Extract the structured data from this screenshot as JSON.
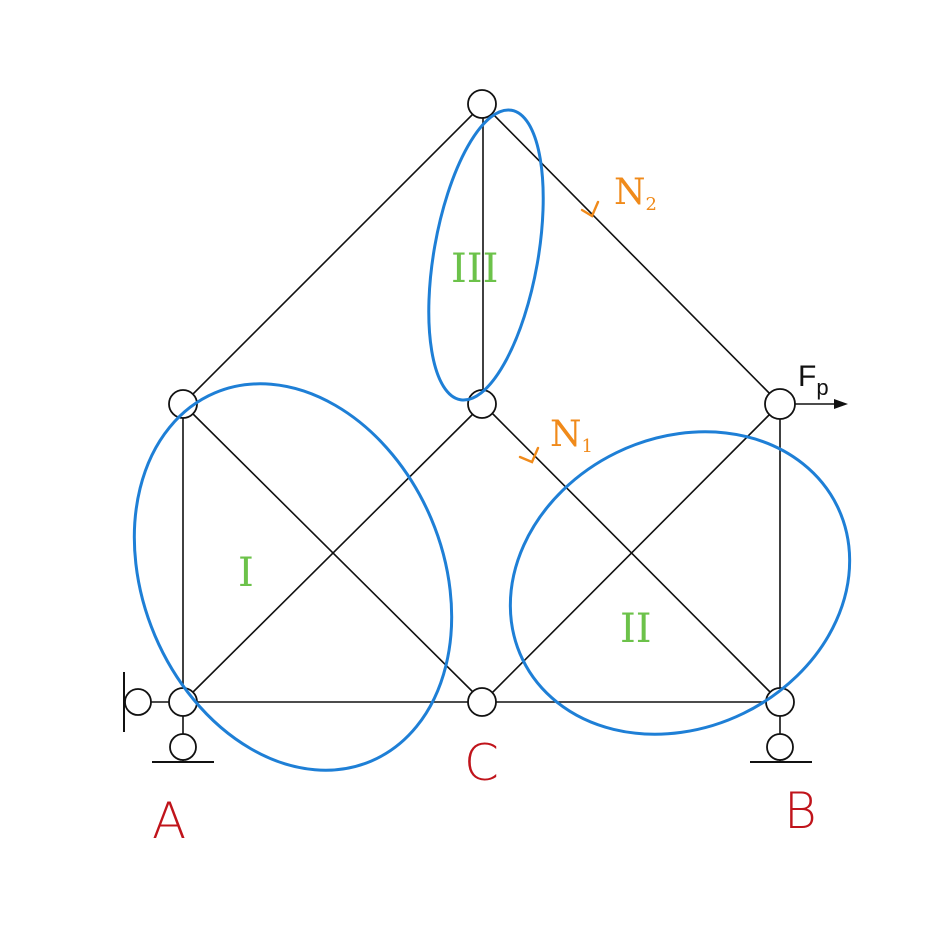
{
  "colors": {
    "lines": "#111111",
    "support_label": "#c0141b",
    "member_label": "#f08a1a",
    "region_outline": "#1e7fd6",
    "region_label": "#6cc24a"
  },
  "supports": {
    "a": "A",
    "b": "B",
    "c": "C"
  },
  "load": {
    "label": "F",
    "subscript": "p"
  },
  "members": {
    "n1": "N",
    "n1_sub": "1",
    "n2": "N",
    "n2_sub": "2"
  },
  "regions": {
    "one": "I",
    "two": "II",
    "three": "III"
  }
}
